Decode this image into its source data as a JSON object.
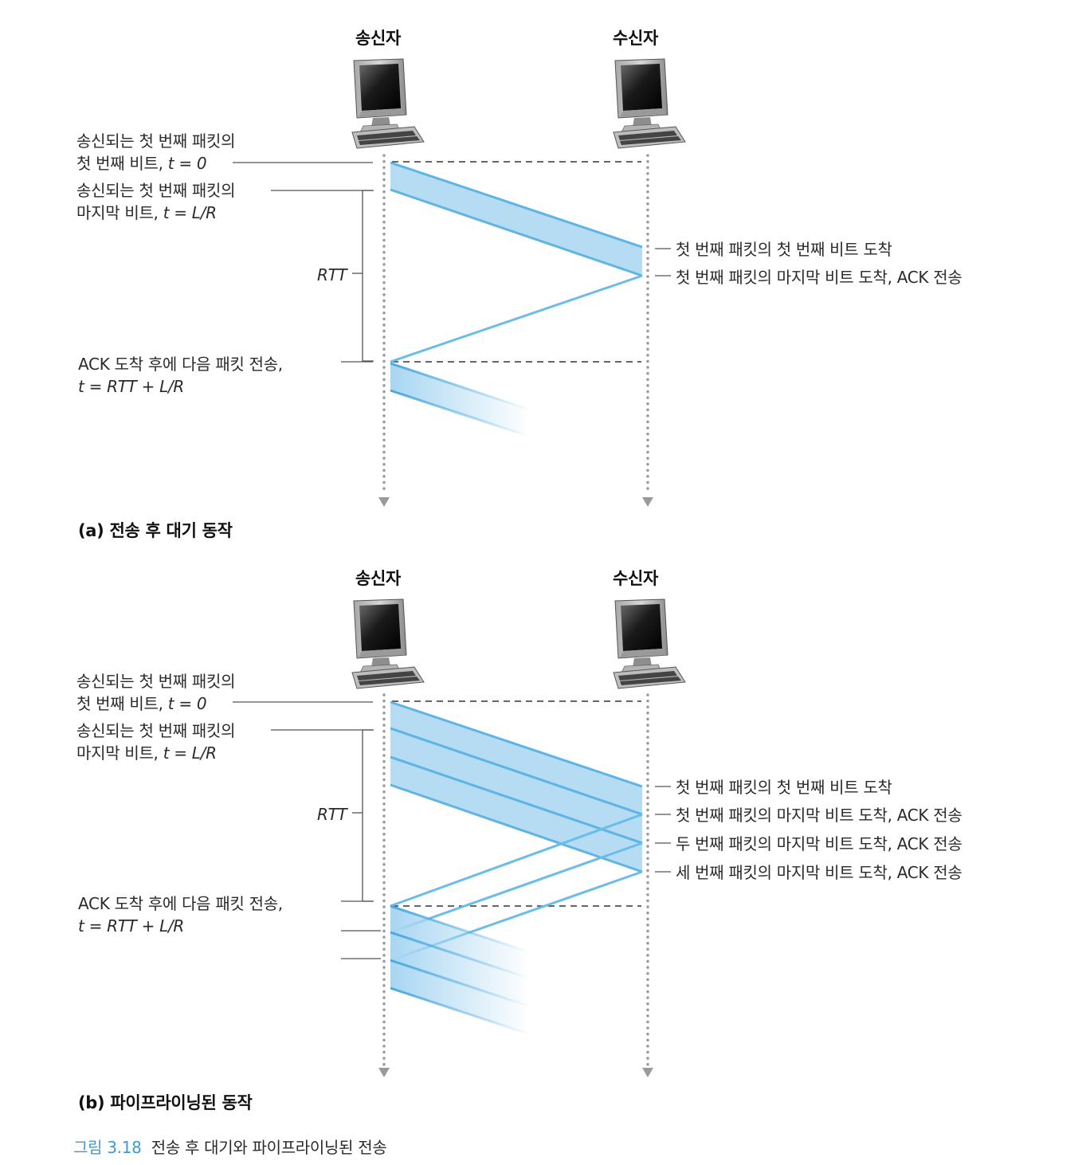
{
  "panel_a": {
    "sender": "송신자",
    "receiver": "수신자",
    "label_first_bit_line1": "송신되는 첫 번째 패킷의",
    "label_first_bit_line2": "첫 번째 비트, ",
    "label_first_bit_value": "t = 0",
    "label_last_bit_line1": "송신되는 첫 번째 패킷의",
    "label_last_bit_line2": "마지막 비트, ",
    "label_last_bit_value": "t = L/R",
    "rtt": "RTT",
    "ack_label_line1": "ACK 도착 후에 다음 패킷 전송,",
    "ack_label_line2": "t = RTT + L/R",
    "recv_events": [
      "첫 번째 패킷의 첫 번째 비트 도착",
      "첫 번째 패킷의 마지막 비트 도착, ACK 전송"
    ],
    "caption": "(a) 전송 후 대기 동작"
  },
  "panel_b": {
    "sender": "송신자",
    "receiver": "수신자",
    "label_first_bit_line1": "송신되는 첫 번째 패킷의",
    "label_first_bit_line2": "첫 번째 비트, ",
    "label_first_bit_value": "t = 0",
    "label_last_bit_line1": "송신되는 첫 번째 패킷의",
    "label_last_bit_line2": "마지막 비트, ",
    "label_last_bit_value": "t = L/R",
    "rtt": "RTT",
    "ack_label_line1": "ACK 도착 후에 다음 패킷 전송,",
    "ack_label_line2": "t = RTT + L/R",
    "recv_events": [
      "첫 번째 패킷의 첫 번째 비트 도착",
      "첫 번째 패킷의 마지막 비트 도착, ACK 전송",
      "두 번째 패킷의 마지막 비트 도착, ACK 전송",
      "세 번째 패킷의 마지막 비트 도착, ACK 전송"
    ],
    "caption": "(b) 파이프라이닝된 동작"
  },
  "figure_caption": {
    "number": "그림 3.18",
    "text": "전송 후 대기와 파이프라이닝된 전송"
  },
  "colors": {
    "packet_fill": "#a9d6f2",
    "packet_edge": "#5fb4e6",
    "ack_line": "#6cbcea",
    "timeline": "#9a9a9a",
    "caption_accent": "#3d9ad8"
  },
  "icons": [
    "computer-icon"
  ]
}
